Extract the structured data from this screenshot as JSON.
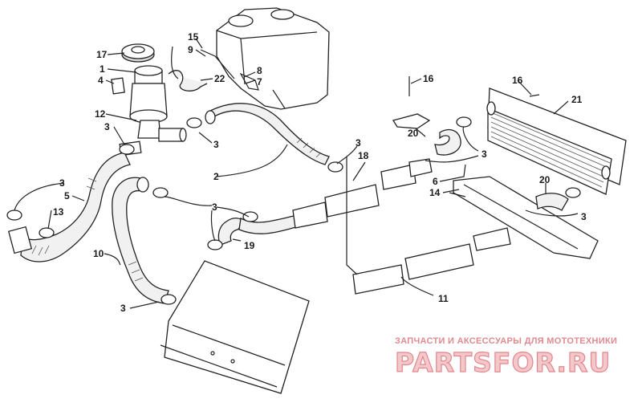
{
  "labels": {
    "l1": "1",
    "l2": "2",
    "l3a": "3",
    "l3b": "3",
    "l3c": "3",
    "l3d": "3",
    "l3e": "3",
    "l3f": "3",
    "l3g": "3",
    "l3h": "3",
    "l4": "4",
    "l5": "5",
    "l6": "6",
    "l7": "7",
    "l8": "8",
    "l9": "9",
    "l10": "10",
    "l11": "11",
    "l12": "12",
    "l13": "13",
    "l14": "14",
    "l15": "15",
    "l16a": "16",
    "l16b": "16",
    "l17": "17",
    "l18": "18",
    "l19": "19",
    "l20a": "20",
    "l20b": "20",
    "l21": "21",
    "l22": "22"
  },
  "watermark": {
    "tagline": "ЗАПЧАСТИ И АКСЕССУАРЫ ДЛЯ МОТОТЕХНИКИ",
    "brand": "PARTSFOR.RU"
  },
  "colors": {
    "line": "#222222",
    "watermark_fill": "#f3c8cb",
    "watermark_stroke": "#e3868c"
  }
}
